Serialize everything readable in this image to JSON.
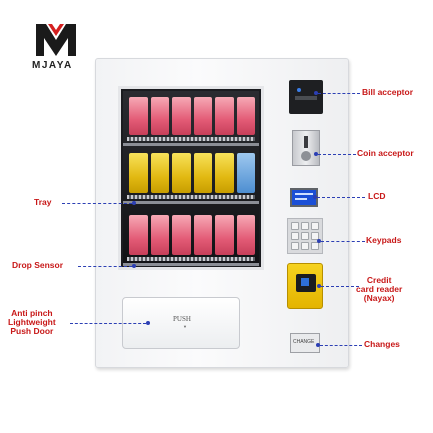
{
  "brand": {
    "name": "MJAYA",
    "logo_icon": "mjaya-logo-icon"
  },
  "product_image": {
    "door_text": "PUSH",
    "change_text": "CHANGE"
  },
  "callouts": {
    "bill_acceptor": "Bill acceptor",
    "coin_acceptor": "Coin acceptor",
    "lcd": "LCD",
    "keypads": "Keypads",
    "credit_card_reader": "Credit\ncard reader\n(Nayax)",
    "changes": "Changes",
    "tray": "Tray",
    "drop_sensor": "Drop Sensor",
    "anti_pinch_door": "Anti pinch\nLightweight\nPush Door"
  },
  "colors": {
    "label_text": "#c81818",
    "leader_line": "#2c3fb4",
    "card_reader": "#f0c400",
    "lcd_screen": "#1b4fd6"
  }
}
